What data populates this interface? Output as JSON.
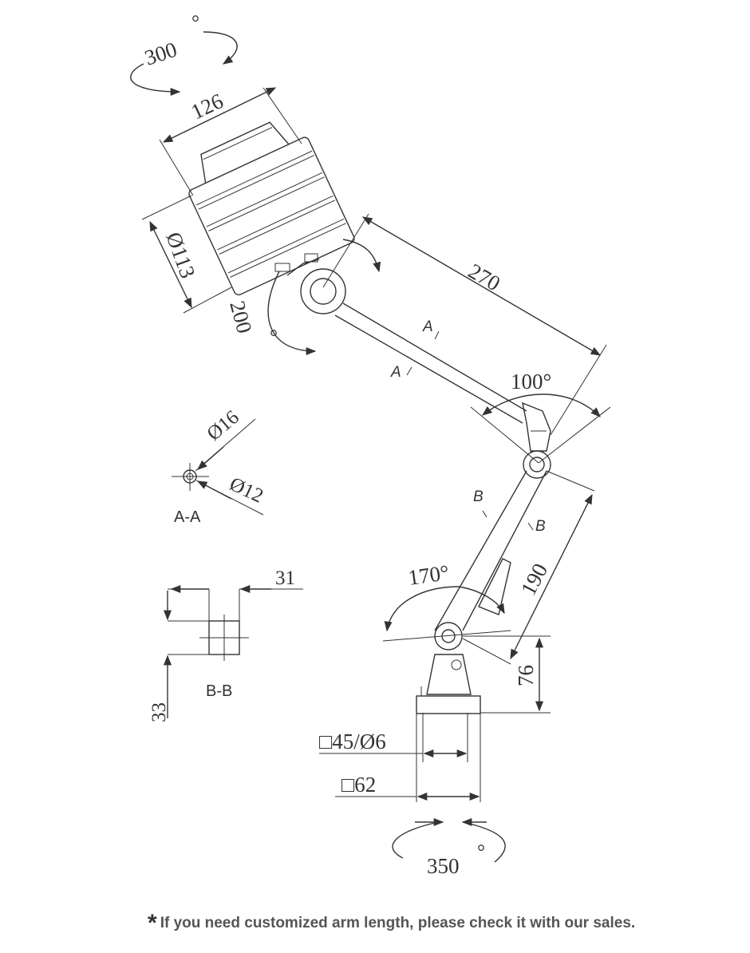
{
  "rotations": {
    "head_swivel": "300",
    "head_tilt": "200",
    "upper_joint": "100°",
    "lower_joint": "170°",
    "base_swivel": "350",
    "degree_mark": "°"
  },
  "dimensions": {
    "head_width": "126",
    "head_diameter": "Ø113",
    "arm_a_length": "270",
    "arm_b_length": "190",
    "base_height": "76",
    "base_inner": "□45/Ø6",
    "base_outer": "□62",
    "section_a_outer": "Ø16",
    "section_a_inner": "Ø12",
    "section_b_width": "31",
    "section_b_height": "33"
  },
  "section_labels": {
    "a": "A",
    "b": "B",
    "a_a": "A-A",
    "b_b": "B-B"
  },
  "note": {
    "star": "*",
    "text": "If you need customized arm length, please check it with our sales."
  }
}
